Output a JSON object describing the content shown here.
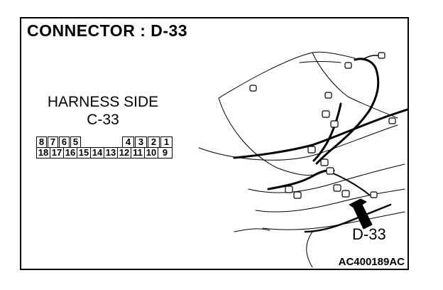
{
  "title": "CONNECTOR : D-33",
  "harness": {
    "side_label": "HARNESS SIDE",
    "connector_code": "C-33",
    "top_row": [
      "8",
      "7",
      "6",
      "5",
      "",
      "4",
      "3",
      "2",
      "1"
    ],
    "bottom_row": [
      "18",
      "17",
      "16",
      "15",
      "14",
      "13",
      "12",
      "11",
      "10",
      "9"
    ]
  },
  "illustration": {
    "callout_label": "D-33",
    "figure_code": "AC400189AC"
  }
}
